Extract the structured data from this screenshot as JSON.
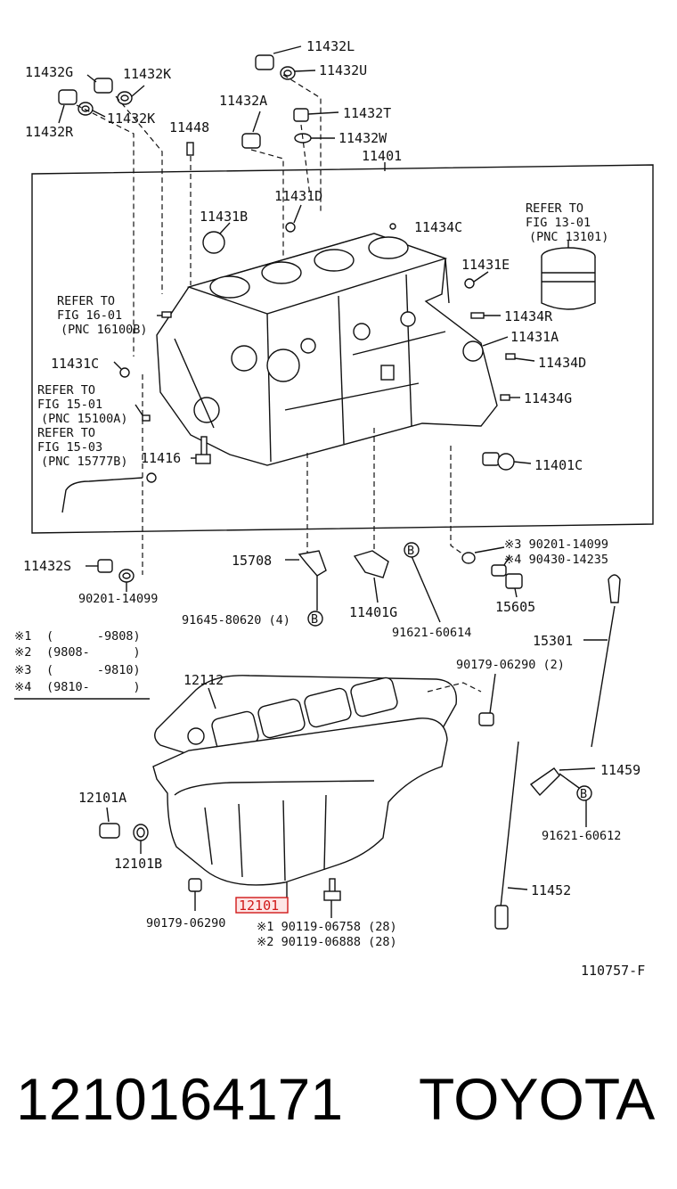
{
  "labels": {
    "p11432L": "11432L",
    "p11432U": "11432U",
    "p11432G": "11432G",
    "p11432K_top": "11432K",
    "p11432R": "11432R",
    "p11432K_mid": "11432K",
    "p11448": "11448",
    "p11432A": "11432A",
    "p11432T": "11432T",
    "p11432W": "11432W",
    "p11401": "11401",
    "p11431D": "11431D",
    "p11431B": "11431B",
    "p11434C": "11434C",
    "p11431E": "11431E",
    "p11434R": "11434R",
    "p11431A": "11431A",
    "p11434D": "11434D",
    "p11431C": "11431C",
    "p11434G": "11434G",
    "p11416": "11416",
    "p11401C": "11401C",
    "p11432S": "11432S",
    "p15708": "15708",
    "p11401G": "11401G",
    "p15605": "15605",
    "p15301": "15301",
    "p12112": "12112",
    "p12101A": "12101A",
    "p12101B": "12101B",
    "p11459": "11459",
    "p11452": "11452",
    "p12101": "12101",
    "b90201_14099": "90201-14099",
    "b91645": "91645-80620 (4)",
    "b91621_60614": "91621-60614",
    "b90179_06290_2": "90179-06290 (2)",
    "b91621_60612": "91621-60612",
    "b90179_06290": "90179-06290",
    "b90119_06758": "※1 90119-06758 (28)",
    "b90119_06888": "※2 90119-06888 (28)",
    "b90201_14099_m3": "※3 90201-14099",
    "b90430_14235_m4": "※4 90430-14235",
    "circle_b": "B",
    "diagram_id": "110757-F"
  },
  "refs": {
    "r1_l1": "REFER TO",
    "r1_l2": "FIG 13-01",
    "r1_l3": "(PNC 13101)",
    "r2_l1": "REFER TO",
    "r2_l2": "FIG 16-01",
    "r2_l3": "(PNC 16100B)",
    "r3_l1": "REFER TO",
    "r3_l2": "FIG 15-01",
    "r3_l3": "(PNC 15100A)",
    "r4_l1": "REFER TO",
    "r4_l2": "FIG 15-03",
    "r4_l3": "(PNC 15777B)"
  },
  "legend": [
    {
      "mark": "※1",
      "range": "(      -9808)"
    },
    {
      "mark": "※2",
      "range": "(9808-      )"
    },
    {
      "mark": "※3",
      "range": "(      -9810)"
    },
    {
      "mark": "※4",
      "range": "(9810-      )"
    }
  ],
  "footer": {
    "part_number": "1210164171",
    "brand": "TOYOTA"
  },
  "colors": {
    "highlight": "#d01818",
    "ink": "#111111"
  }
}
